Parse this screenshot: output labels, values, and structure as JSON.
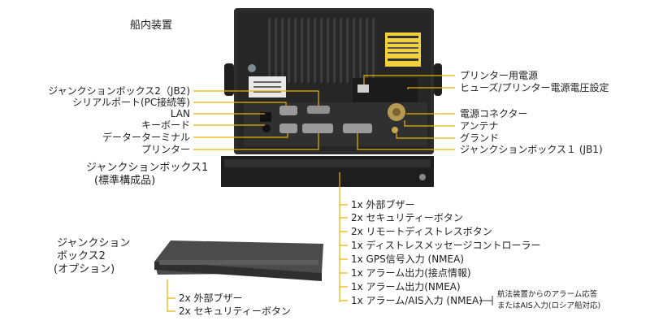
{
  "title": "船内装置",
  "left_labels": [
    {
      "id": "jb2",
      "text": "ジャンクションボックス2（JB2)"
    },
    {
      "id": "serial",
      "text": "シリアルポート(PC接続等)"
    },
    {
      "id": "lan",
      "text": "LAN"
    },
    {
      "id": "keyboard",
      "text": "キーボード"
    },
    {
      "id": "terminal",
      "text": "データーターミナル"
    },
    {
      "id": "printer",
      "text": "プリンター"
    }
  ],
  "right_labels": [
    {
      "id": "printer_power",
      "text": "プリンター用電源"
    },
    {
      "id": "fuse",
      "text": "ヒューズ/プリンター電源電圧設定"
    },
    {
      "id": "power_connector",
      "text": "電源コネクター"
    },
    {
      "id": "antenna",
      "text": "アンテナ"
    },
    {
      "id": "ground",
      "text": "グランド"
    },
    {
      "id": "jb1",
      "text": "ジャンクションボックス１ (JB1)"
    }
  ],
  "jb1_box": {
    "line1": "ジャンクションボックス1",
    "line2": "(標準構成品)"
  },
  "jb1_items": [
    "1x 外部ブザー",
    "2x セキュリティーボタン",
    "2x リモートディストレスボタン",
    "1x ディストレスメッセージコントローラー",
    "1x GPS信号入力 (NMEA)",
    "1x アラーム出力(接点情報)",
    "1x アラーム出力(NMEA)",
    "1x アラーム/AIS入力 (NMEA)"
  ],
  "jb1_note": {
    "line1": "航法装置からのアラーム応答",
    "line2": "またはAIS入力(ロシア船対応)"
  },
  "jb2_box": {
    "line1": "ジャンクション",
    "line2": "ボックス2",
    "line3": "(オプション)"
  },
  "jb2_items": [
    "2x 外部ブザー",
    "2x セキュリティーボタン"
  ],
  "colors": {
    "leader": "#e8b300",
    "device": "#2b2b2b",
    "device_dark": "#1a1a1a",
    "panel": "#3a3a3a"
  }
}
